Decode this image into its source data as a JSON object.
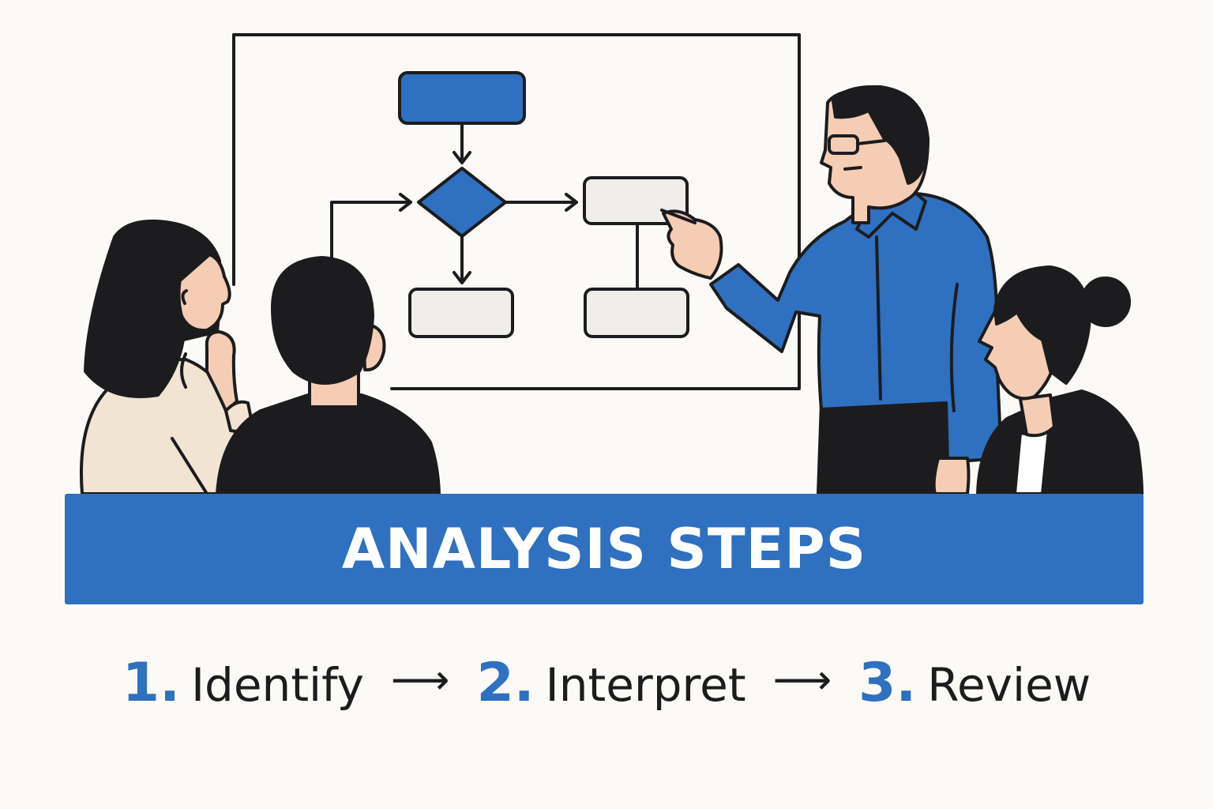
{
  "banner": {
    "title": "ANALYSIS STEPS"
  },
  "steps": [
    {
      "number": "1.",
      "label": "Identify"
    },
    {
      "number": "2.",
      "label": "Interpret"
    },
    {
      "number": "3.",
      "label": "Review"
    }
  ],
  "step_arrow": "⟶",
  "colors": {
    "background": "#fbfaf6",
    "accent_blue": "#2f70c0",
    "ink": "#1c1c1e",
    "box_fill": "#f0eeea",
    "skin": "#f4cdb4",
    "beige": "#f1e4d2"
  },
  "illustration": {
    "people": [
      "woman-thinking",
      "man-seated-back",
      "presenter-pointing",
      "woman-bun"
    ],
    "flowchart_nodes": [
      "start-box",
      "decision-diamond",
      "right-box",
      "bottom-left-box",
      "bottom-right-box"
    ]
  }
}
